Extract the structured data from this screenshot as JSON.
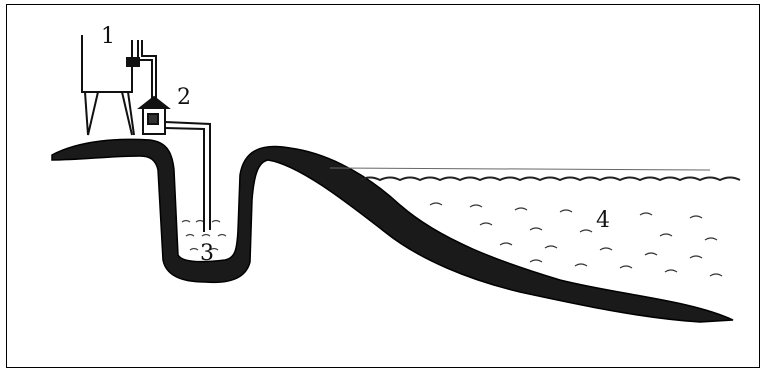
{
  "labels": {
    "one": "1",
    "two": "2",
    "three": "3",
    "four": "4"
  },
  "colors": {
    "ink": "#1a1a1a",
    "water_line": "#666666",
    "frame": "#000000"
  }
}
